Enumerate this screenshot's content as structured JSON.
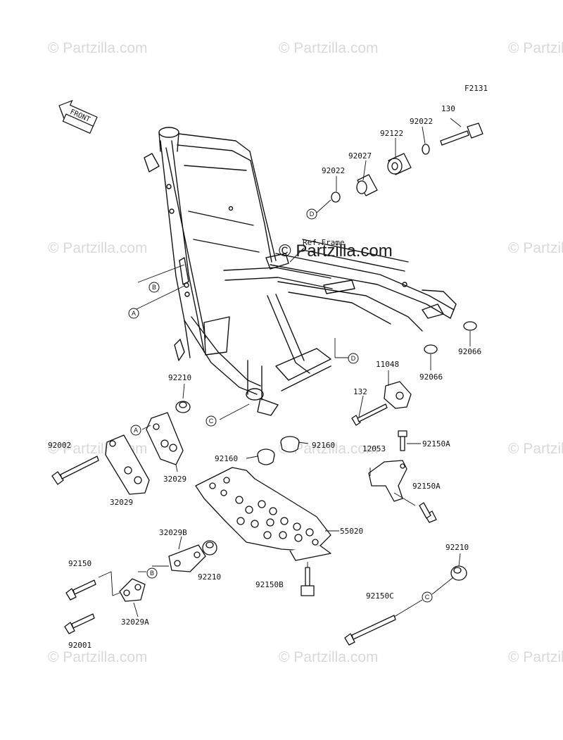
{
  "diagram": {
    "code": "F2131",
    "ref_frame": "Ref.Frame",
    "front_label": "FRONT",
    "watermark": "© Partzilla.com",
    "main_watermark": "© Partzilla.com"
  },
  "labels": {
    "p130": "130",
    "p92022_top": "92022",
    "p92122": "92122",
    "p92027": "92027",
    "p92022_left": "92022",
    "p92066_a": "92066",
    "p92066_b": "92066",
    "p11048": "11048",
    "p132": "132",
    "p92210_a": "92210",
    "p92002": "92002",
    "p32029_a": "32029",
    "p32029_b": "32029",
    "p92160_a": "92160",
    "p92160_b": "92160",
    "p12053": "12053",
    "p92150A_a": "92150A",
    "p92150A_b": "92150A",
    "p55020": "55020",
    "p32029B": "32029B",
    "p92210_b": "92210",
    "p92150": "92150",
    "p32029A": "32029A",
    "p92001": "92001",
    "p92150B": "92150B",
    "p92150C": "92150C",
    "p92210_c": "92210"
  },
  "callouts": {
    "A": "A",
    "B": "B",
    "C": "C",
    "D": "D"
  }
}
